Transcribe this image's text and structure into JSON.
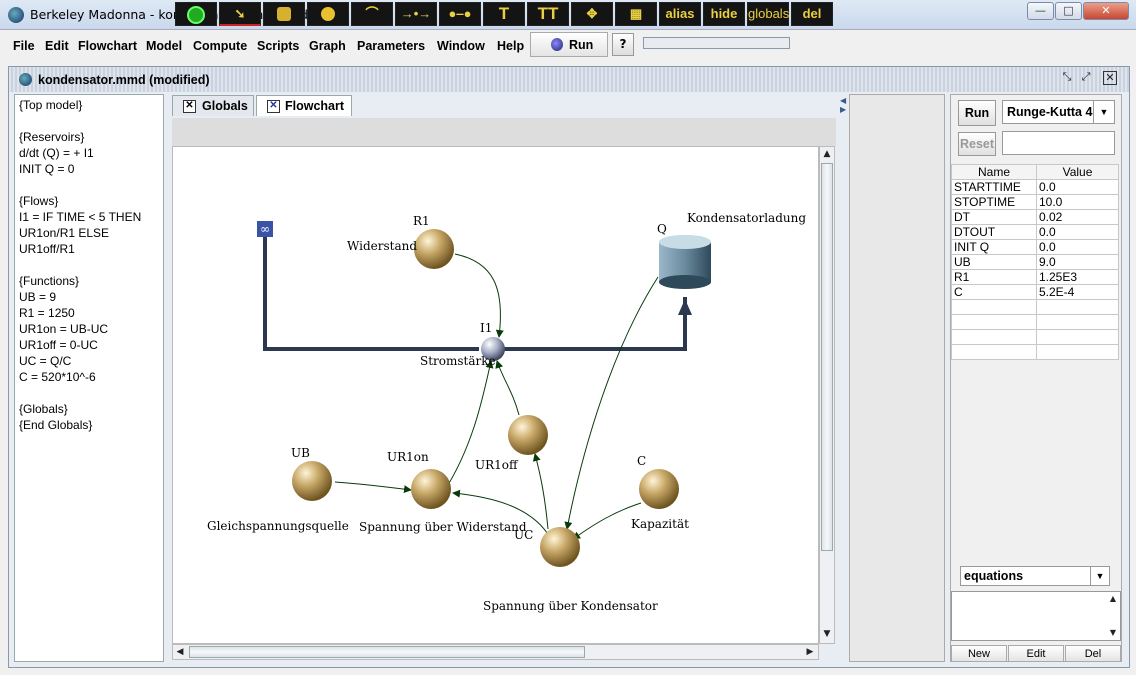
{
  "window": {
    "title": "Berkeley Madonna - kondensator.mmd (modified)",
    "min_label": "—",
    "max_label": "□",
    "close_label": "✕"
  },
  "menu": [
    "File",
    "Edit",
    "Flowchart",
    "Model",
    "Compute",
    "Scripts",
    "Graph",
    "Parameters",
    "Window",
    "Help"
  ],
  "toolbar_main": {
    "run_label": "Run",
    "help_label": "?"
  },
  "document": {
    "title": "kondensator.mmd (modified)"
  },
  "equations": [
    "{Top model}",
    "",
    "  {Reservoirs}",
    "  d/dt (Q) = + I1",
    "    INIT Q = 0",
    "",
    "  {Flows}",
    "  I1 = IF TIME < 5 THEN",
    "UR1on/R1 ELSE",
    "UR1off/R1",
    "",
    "  {Functions}",
    "  UB = 9",
    "  R1 = 1250",
    "  UR1on = UB-UC",
    "  UR1off = 0-UC",
    "  UC = Q/C",
    "  C = 520*10^-6",
    "",
    "{Globals}",
    "{End Globals}"
  ],
  "tabs": [
    {
      "label": "Globals"
    },
    {
      "label": "Flowchart"
    }
  ],
  "flowchart_tools": [
    "run-icon",
    "arrow-icon",
    "reservoir-icon",
    "formula-icon",
    "arc-icon",
    "flow-icon",
    "converter-flow-icon",
    "T",
    "TT",
    "move-icon",
    "table-icon",
    "alias",
    "hide",
    "globals",
    "del"
  ],
  "flowchart": {
    "infinity_label": "∞",
    "nodes": {
      "r1": {
        "name": "R1",
        "desc": "Widerstand"
      },
      "q": {
        "name": "Q",
        "desc": "Kondensatorladung"
      },
      "i1": {
        "name": "I1",
        "desc": "Stromstärke"
      },
      "ub": {
        "name": "UB",
        "desc": "Gleichspannungsquelle"
      },
      "ur1on": {
        "name": "UR1on",
        "desc": "Spannung über Widerstand"
      },
      "ur1off": {
        "name": "UR1off",
        "desc": ""
      },
      "uc": {
        "name": "UC",
        "desc": "Spannung über Kondensator"
      },
      "c": {
        "name": "C",
        "desc": "Kapazität"
      }
    }
  },
  "right_panel": {
    "run_label": "Run",
    "reset_label": "Reset",
    "method": "Runge-Kutta 4",
    "col_name": "Name",
    "col_value": "Value",
    "params": [
      [
        "STARTTIME",
        "0.0"
      ],
      [
        "STOPTIME",
        "10.0"
      ],
      [
        "DT",
        "0.02"
      ],
      [
        "DTOUT",
        "0.0"
      ],
      [
        "INIT Q",
        "0.0"
      ],
      [
        "UB",
        "9.0"
      ],
      [
        "R1",
        "1.25E3"
      ],
      [
        "C",
        "5.2E-4"
      ],
      [
        "",
        ""
      ],
      [
        "",
        ""
      ],
      [
        "",
        ""
      ],
      [
        "",
        ""
      ]
    ],
    "dropdown_value": "equations",
    "new_label": "New",
    "edit_label": "Edit",
    "del_label": "Del"
  },
  "colors": {
    "accent": "#3a5a8c",
    "sphere": "#b89a5a",
    "tool_text": "#e8d040"
  }
}
